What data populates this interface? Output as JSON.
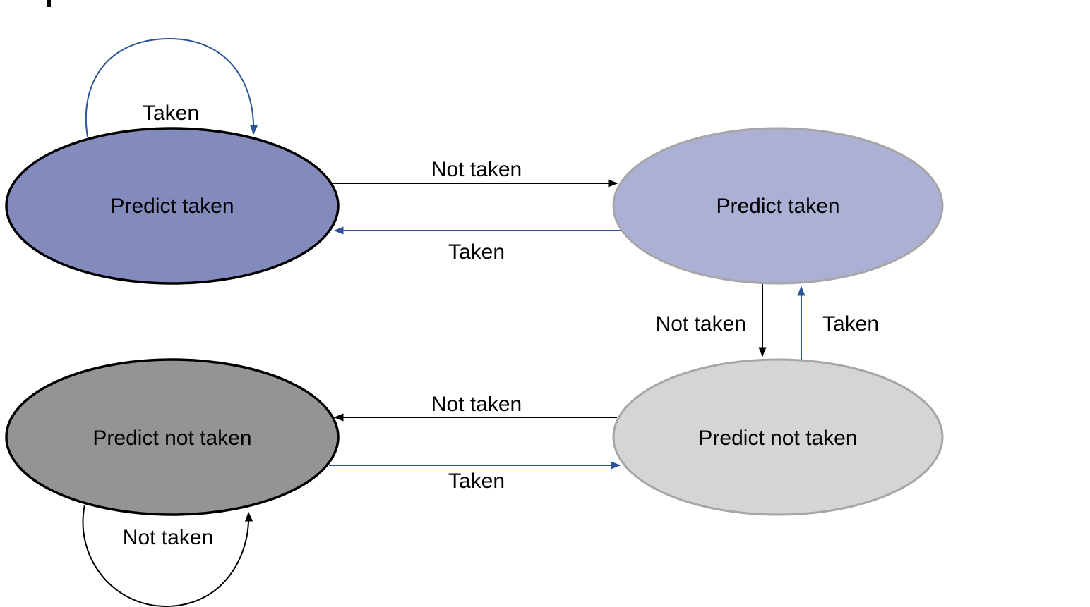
{
  "colors": {
    "taken_edge": "#2a5597",
    "not_taken_edge": "#000000",
    "strong_taken_fill": "#838bbd",
    "weak_taken_fill": "#adb0d5",
    "strong_not_taken_fill": "#939496",
    "weak_not_taken_fill": "#d4d5d7",
    "strong_border": "#000000",
    "weak_border": "#a6a6a6"
  },
  "states": {
    "strong_taken": {
      "label": "Predict taken"
    },
    "weak_taken": {
      "label": "Predict taken"
    },
    "strong_not_taken": {
      "label": "Predict not taken"
    },
    "weak_not_taken": {
      "label": "Predict not taken"
    }
  },
  "transitions": {
    "strong_taken_self": {
      "label": "Taken"
    },
    "strong_taken_to_weak_taken": {
      "label": "Not taken"
    },
    "weak_taken_to_strong_taken": {
      "label": "Taken"
    },
    "weak_taken_to_weak_not_taken": {
      "label": "Not taken"
    },
    "weak_not_taken_to_weak_taken": {
      "label": "Taken"
    },
    "weak_not_taken_to_strong_not_taken": {
      "label": "Not taken"
    },
    "strong_not_taken_to_weak_not_taken": {
      "label": "Taken"
    },
    "strong_not_taken_self": {
      "label": "Not taken"
    }
  }
}
